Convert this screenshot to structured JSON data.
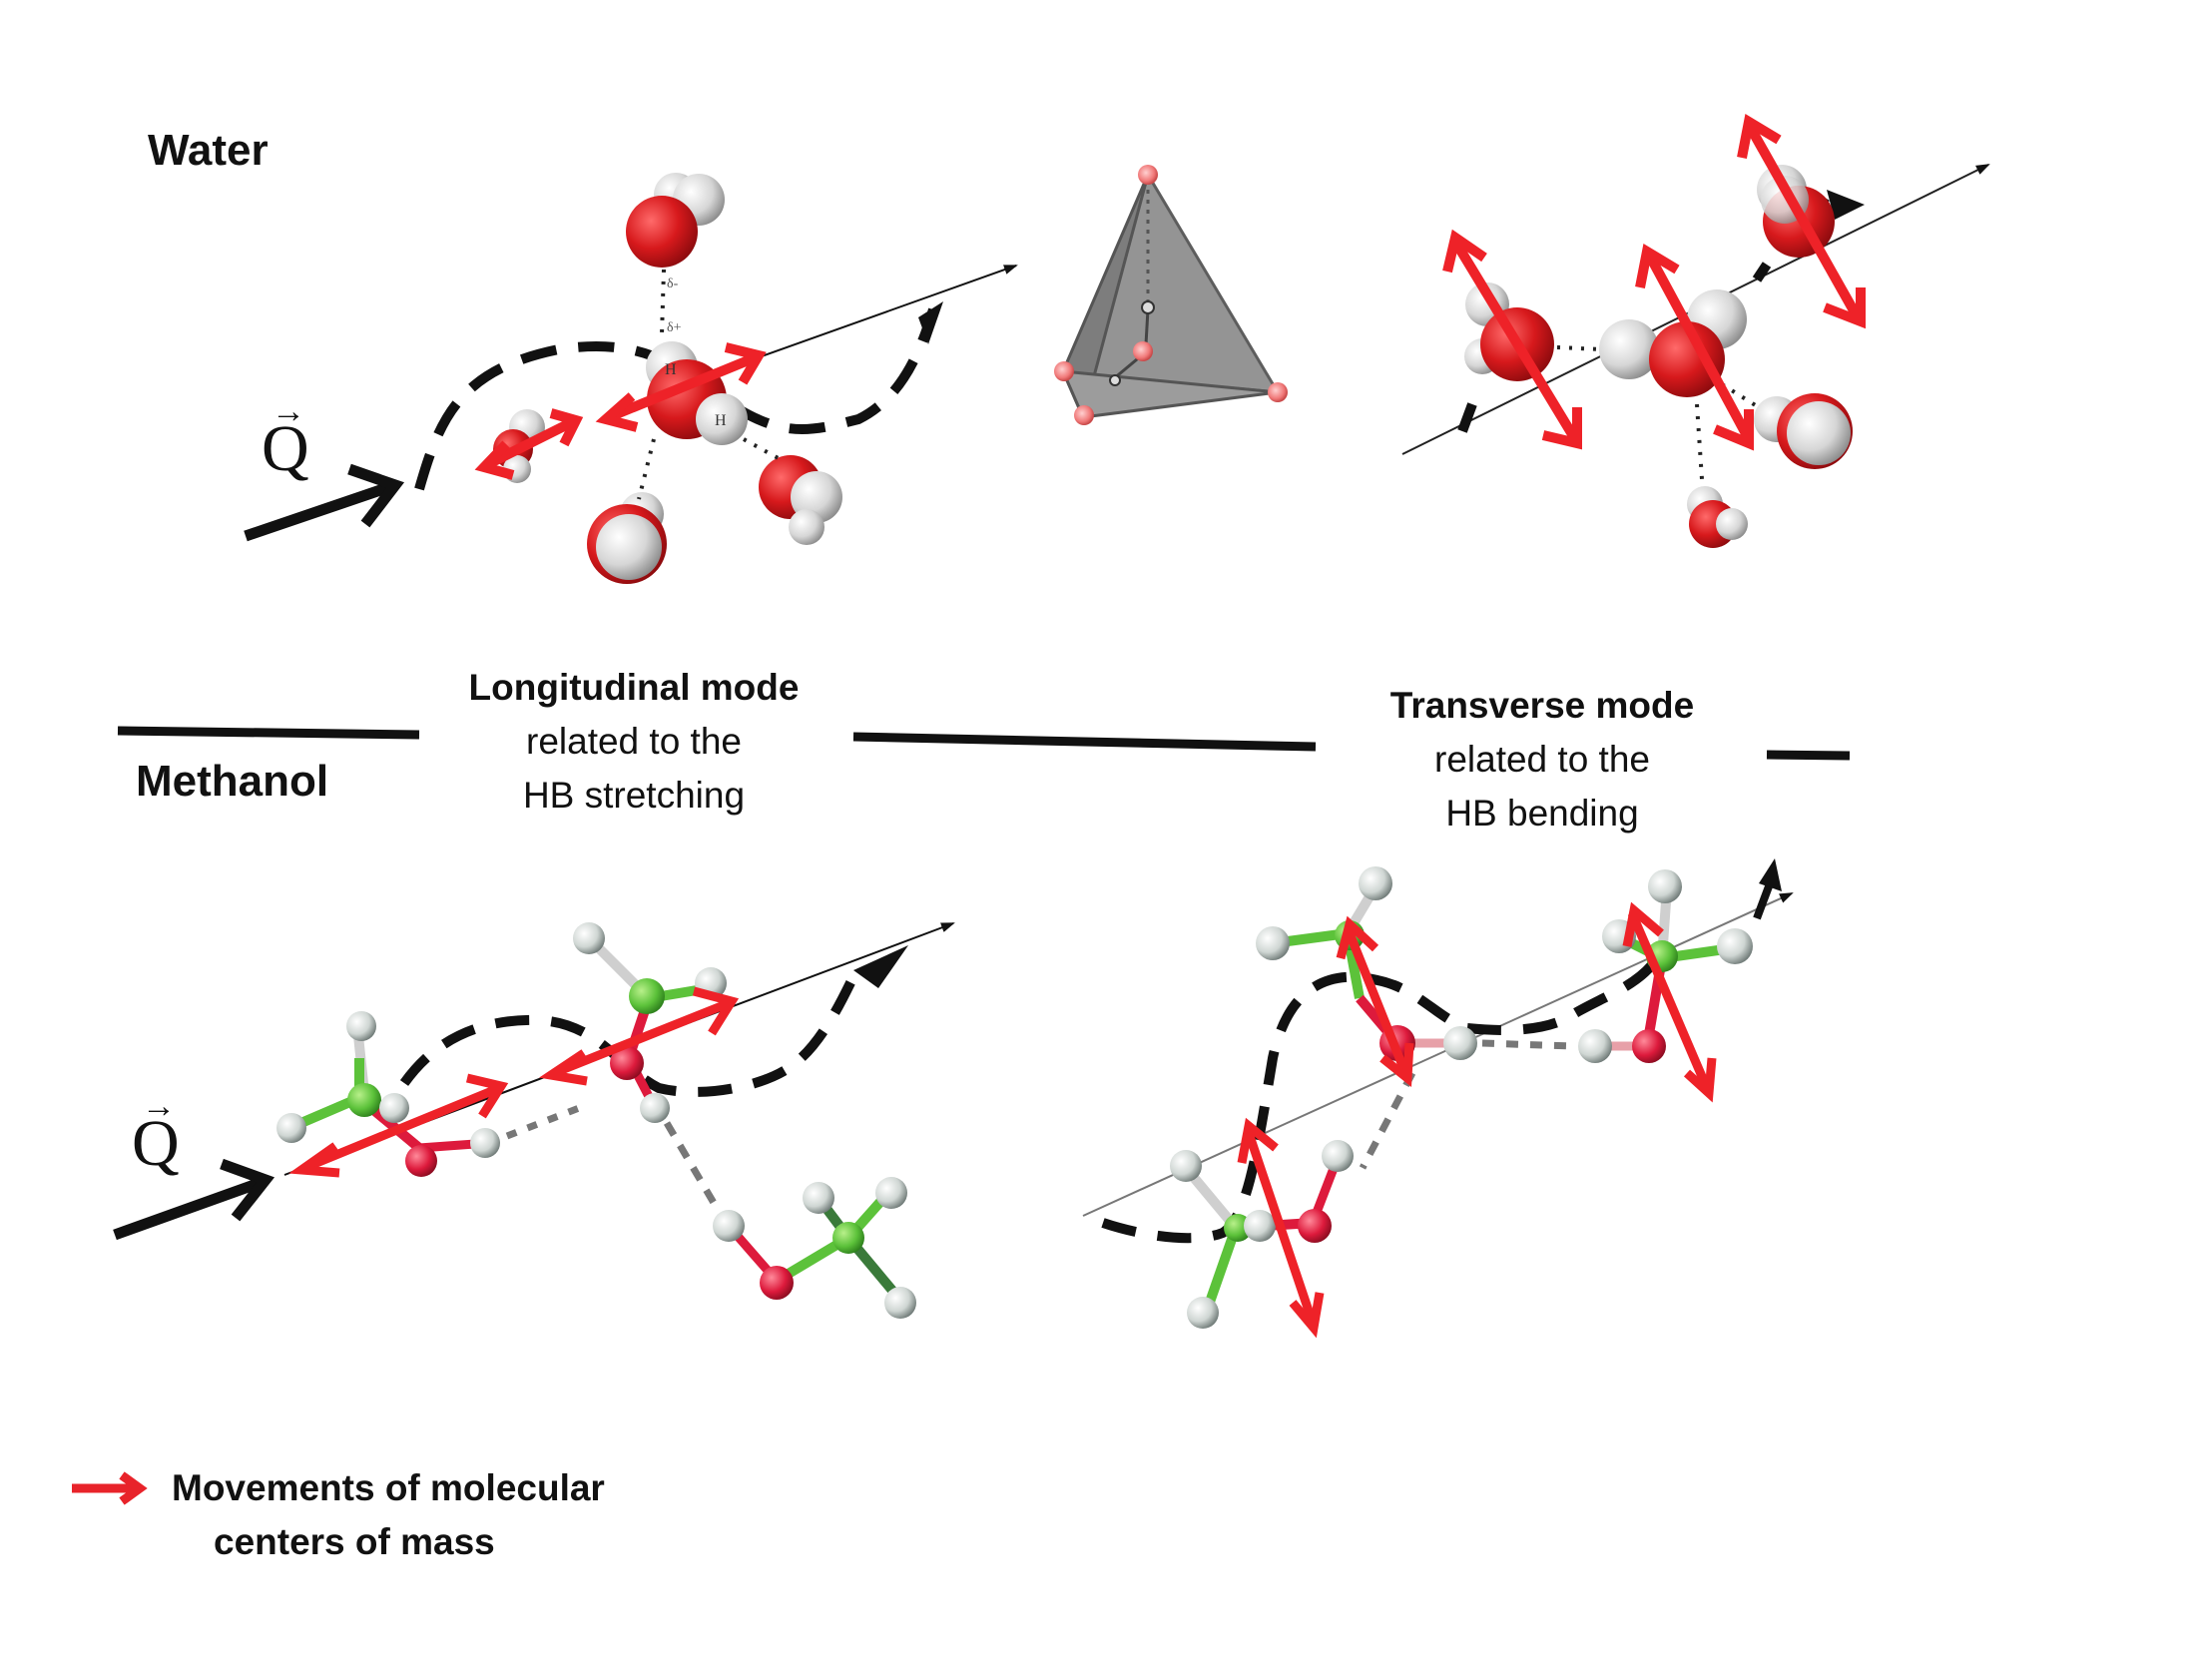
{
  "sections": {
    "water": {
      "title": "Water"
    },
    "methanol": {
      "title": "Methanol"
    }
  },
  "modes": {
    "longitudinal": {
      "title": "Longitudinal mode",
      "line2": "related  to  the",
      "line3": "HB stretching"
    },
    "transverse": {
      "title": "Transverse mode",
      "line2": "related  to  the",
      "line3": "HB bending"
    }
  },
  "wavevector_label": "Q",
  "partial_charge_labels": [
    "δ-",
    "δ+"
  ],
  "hydrogen_label": "H",
  "legend": {
    "line1": "Movements of molecular",
    "line2": "centers of mass",
    "arrow_color": "#e8232a"
  },
  "colors": {
    "oxygen": "#d7191c",
    "hydrogen": "#dcdcdc",
    "carbon": "#5cc23a",
    "tetrahedron": "#8a8a8a",
    "motion_arrow": "#e8232a",
    "dashed_wave": "#111111"
  }
}
